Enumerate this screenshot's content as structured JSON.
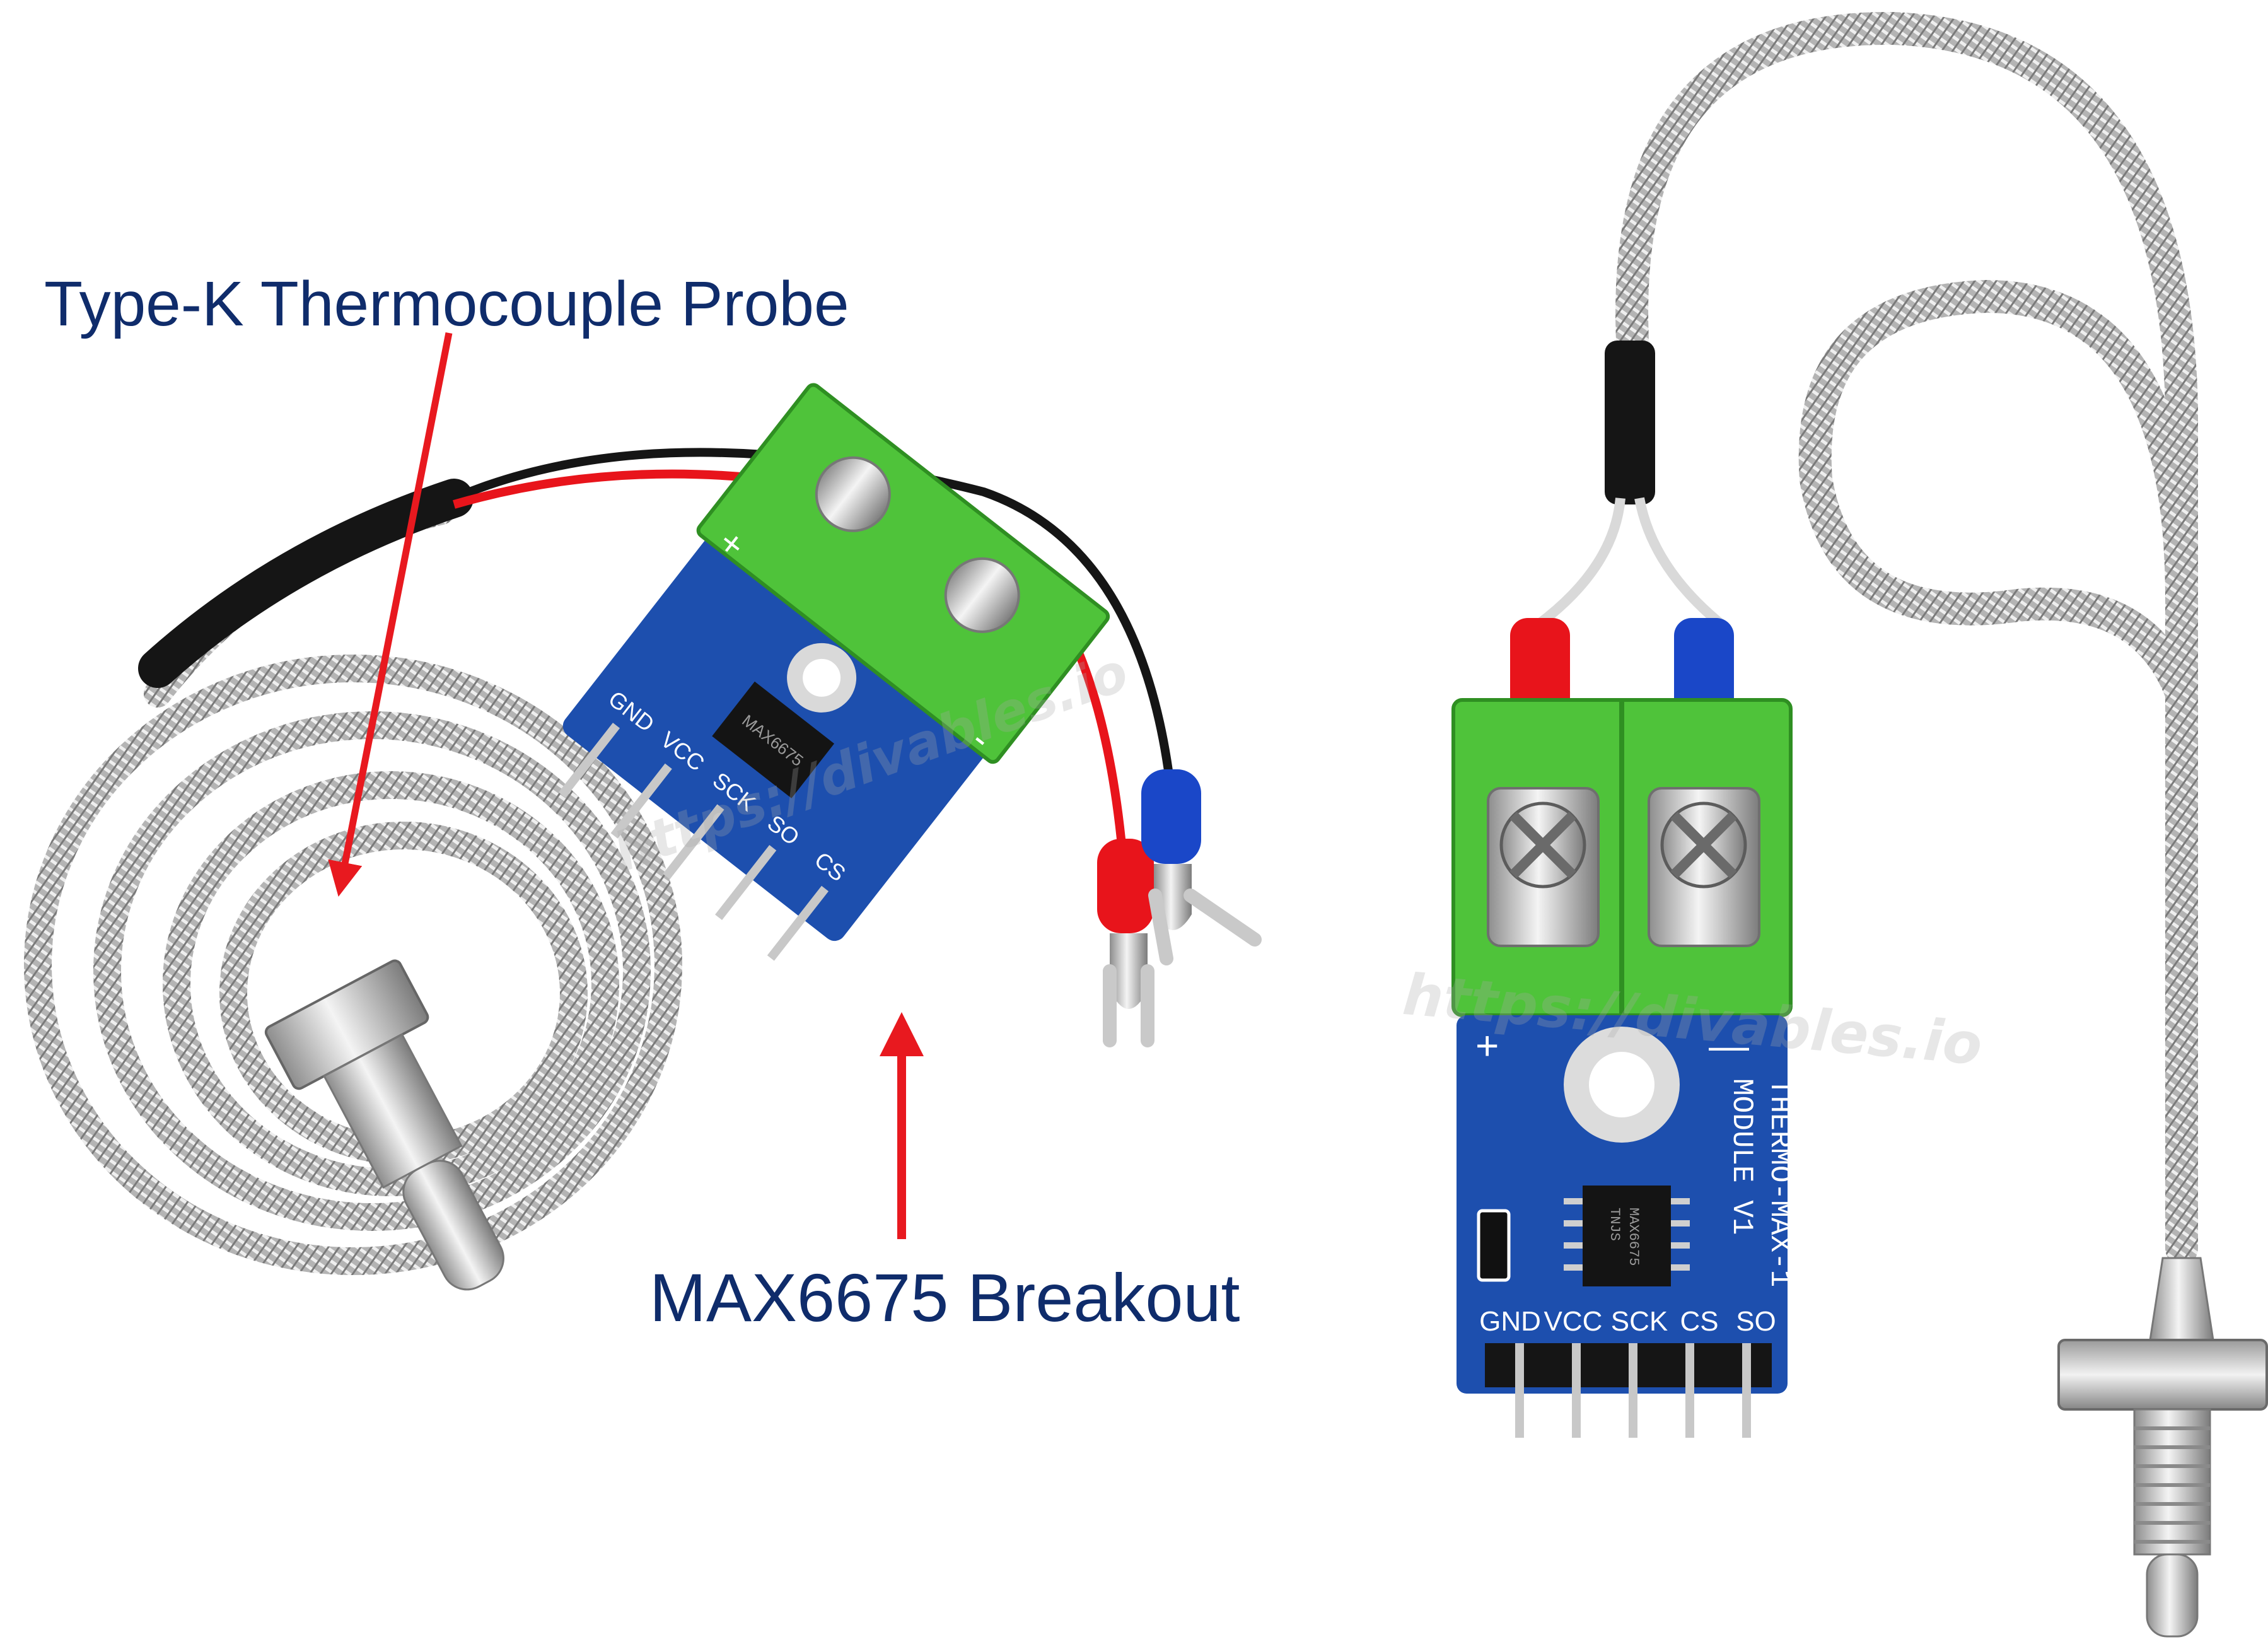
{
  "labels": {
    "probe": "Type-K Thermocouple Probe",
    "breakout": "MAX6675 Breakout"
  },
  "watermark": "https://divables.io",
  "left_module": {
    "plus": "+",
    "minus": "-",
    "pins": [
      "GND",
      "VCC",
      "SCK",
      "SO",
      "CS"
    ],
    "chip_text": "MAX6675"
  },
  "right_module": {
    "plus": "+",
    "minus": "—",
    "title_line1": "THERMO-MAX-1",
    "title_line2": "MODULE V1",
    "chip_line1": "MAX6675",
    "chip_line2": "TNJS",
    "pins": [
      "GND",
      "VCC",
      "SCK",
      "CS",
      "SO"
    ]
  },
  "colors": {
    "label_text": "#0f2c6b",
    "arrow": "#e8191f",
    "pcb": "#1d4fae",
    "terminal_block": "#4fc33a",
    "red_wire": "#e8141b",
    "blue_wire": "#1a47c8",
    "braided_sheath": "#a8a8a8"
  }
}
